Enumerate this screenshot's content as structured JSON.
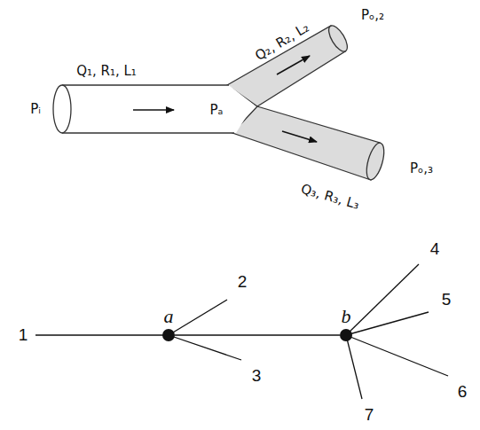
{
  "diagram": {
    "nodes": [
      {
        "text": [
          "a"
        ]
      },
      {
        "text": [
          "b"
        ]
      }
    ],
    "edges": [
      {
        "from": 0,
        "to": 1,
        "arrow": "none"
      }
    ],
    "labels": [
      "Q₁, R₁, L₁",
      "Pᵢ",
      "Pₐ",
      "Q₂, R₂, L₂",
      "Pₒ,₂",
      "Q₃, R₃, L₃",
      "Pₒ,₃",
      "1",
      "2",
      "3",
      "4",
      "5",
      "6",
      "7"
    ]
  }
}
